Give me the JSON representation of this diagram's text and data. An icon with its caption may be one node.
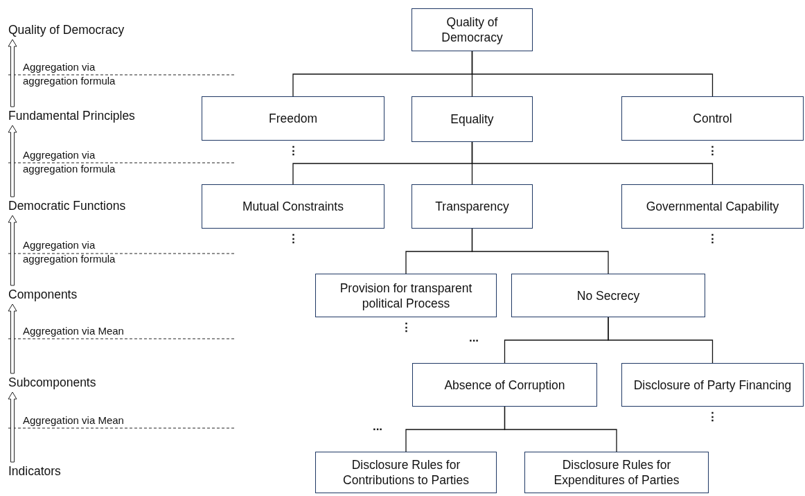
{
  "diagram": {
    "nodes": [
      {
        "text": [
          "Quality of Democracy"
        ]
      },
      {
        "text": [
          "Freedom"
        ],
        "beside": [
          "⋮"
        ]
      },
      {
        "text": [
          "Equality"
        ]
      },
      {
        "text": [
          "Control"
        ],
        "beside": [
          "⋮"
        ]
      },
      {
        "text": [
          "Mutual Constraints"
        ],
        "beside": [
          "⋮"
        ]
      },
      {
        "text": [
          "Transparency"
        ]
      },
      {
        "text": [
          "Governmental Capability"
        ],
        "beside": [
          "⋮"
        ]
      },
      {
        "text": [
          "Provision for transparent political Process"
        ],
        "beside": [
          "⋮"
        ]
      },
      {
        "text": [
          "No Secrecy"
        ]
      },
      {
        "text": [
          "Absence of Corruption"
        ]
      },
      {
        "text": [
          "Disclosure of Party Financing"
        ],
        "beside": [
          "⋮"
        ]
      },
      {
        "text": [
          "Disclosure Rules for Contributions to Parties"
        ]
      },
      {
        "text": [
          "Disclosure Rules for Expenditures of Parties"
        ]
      }
    ],
    "edges": [
      {
        "from": 0,
        "to": 1,
        "arrow": "none"
      },
      {
        "from": 0,
        "to": 2,
        "arrow": "none"
      },
      {
        "from": 0,
        "to": 3,
        "arrow": "none"
      },
      {
        "from": 2,
        "to": 4,
        "arrow": "none"
      },
      {
        "from": 2,
        "to": 5,
        "arrow": "none"
      },
      {
        "from": 2,
        "to": 6,
        "arrow": "none"
      },
      {
        "from": 5,
        "to": 7,
        "arrow": "none"
      },
      {
        "from": 5,
        "to": 8,
        "arrow": "none"
      },
      {
        "from": 8,
        "to": 9,
        "arrow": "none"
      },
      {
        "from": 8,
        "to": 10,
        "arrow": "none"
      },
      {
        "from": 9,
        "to": 11,
        "arrow": "none"
      },
      {
        "from": 9,
        "to": 12,
        "arrow": "none"
      }
    ],
    "labels": [
      "Quality of Democracy",
      "Aggregation via aggregation formula",
      "Fundamental Principles",
      "Aggregation via aggregation formula",
      "Democratic Functions",
      "Aggregation via aggregation formula",
      "Components",
      "Aggregation via Mean",
      "Subcomponents",
      "Aggregation via Mean",
      "Indicators",
      "...",
      "..."
    ]
  }
}
